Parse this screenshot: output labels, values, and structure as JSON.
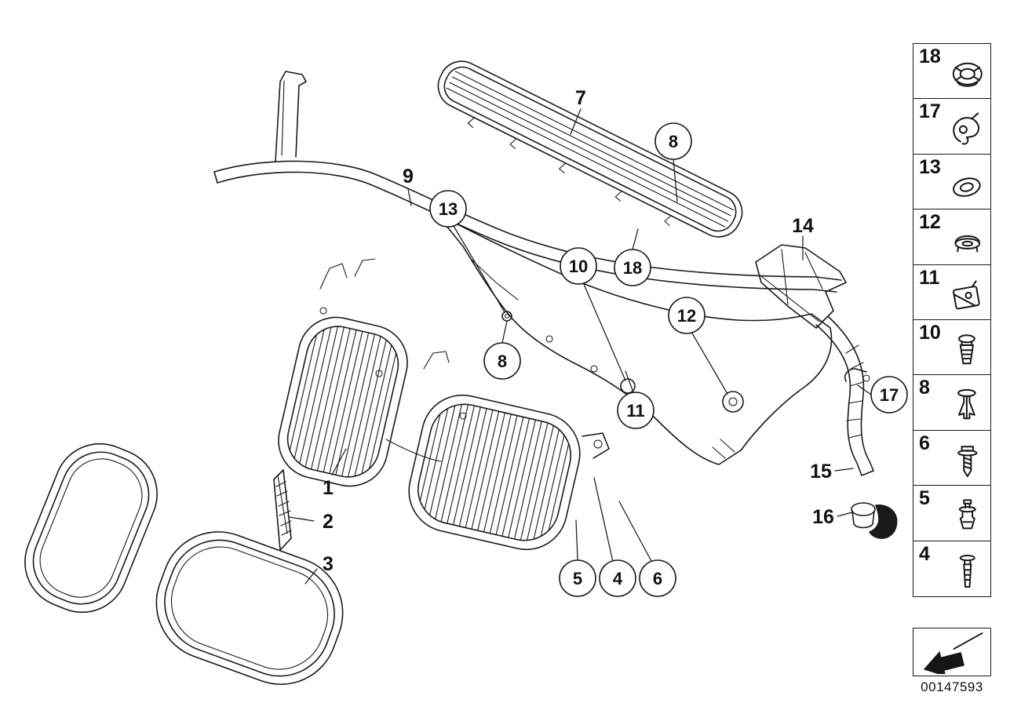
{
  "diagram": {
    "title": "Exterior trim / grille exploded parts diagram",
    "doc_number": "00147593",
    "callouts": {
      "circled": [
        {
          "label": "8"
        },
        {
          "label": "13"
        },
        {
          "label": "10"
        },
        {
          "label": "18"
        },
        {
          "label": "12"
        },
        {
          "label": "8"
        },
        {
          "label": "11"
        },
        {
          "label": "17"
        },
        {
          "label": "5"
        },
        {
          "label": "4"
        },
        {
          "label": "6"
        }
      ],
      "plain": [
        {
          "label": "7"
        },
        {
          "label": "9"
        },
        {
          "label": "14"
        },
        {
          "label": "1"
        },
        {
          "label": "2"
        },
        {
          "label": "3"
        },
        {
          "label": "15"
        },
        {
          "label": "16"
        }
      ]
    },
    "legend": {
      "items": [
        {
          "label": "18",
          "icon": "cap-grommet-icon"
        },
        {
          "label": "17",
          "icon": "spring-clip-icon"
        },
        {
          "label": "13",
          "icon": "washer-icon"
        },
        {
          "label": "12",
          "icon": "plug-grommet-icon"
        },
        {
          "label": "11",
          "icon": "sheet-metal-clip-icon"
        },
        {
          "label": "10",
          "icon": "expanding-rivet-icon"
        },
        {
          "label": "8",
          "icon": "expansion-rivet-icon"
        },
        {
          "label": "6",
          "icon": "screw-icon"
        },
        {
          "label": "5",
          "icon": "screw-with-grommet-icon"
        },
        {
          "label": "4",
          "icon": "blind-rivet-icon"
        }
      ],
      "back_arrow_icon": "back-arrow-icon"
    },
    "colors": {
      "line": "#1a1a1a",
      "background": "#ffffff"
    }
  }
}
